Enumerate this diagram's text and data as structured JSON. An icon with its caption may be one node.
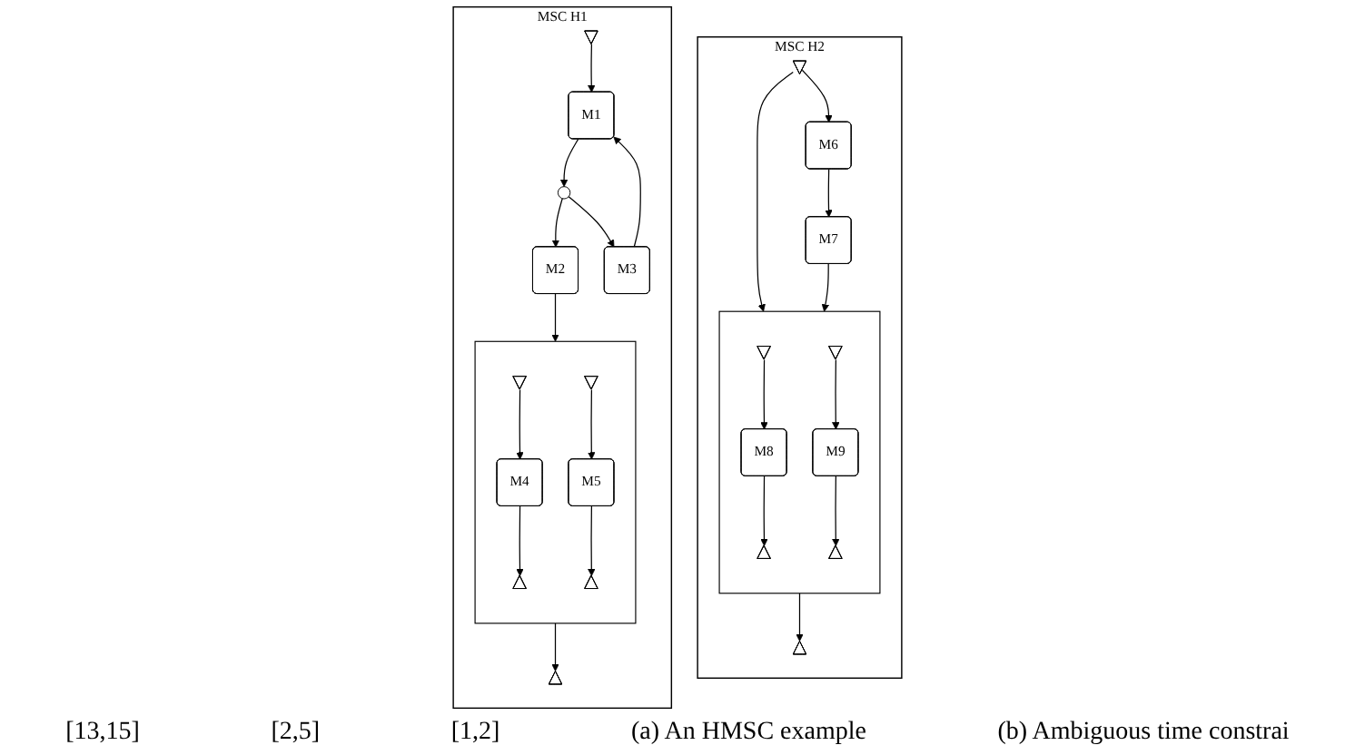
{
  "diagram": {
    "nodes": [
      {
        "text": [
          "MSC H1"
        ]
      },
      {
        "text": [],
        "shape": "triangle",
        "in": 0
      },
      {
        "text": [
          "M1"
        ],
        "in": 0
      },
      {
        "text": [],
        "shape": "circle",
        "in": 0
      },
      {
        "text": [
          "M2"
        ],
        "in": 0
      },
      {
        "text": [
          "M3"
        ],
        "in": 0
      },
      {
        "text": [],
        "shape": "box",
        "in": 0
      },
      {
        "text": [],
        "shape": "triangle",
        "in": 6
      },
      {
        "text": [],
        "shape": "triangle",
        "in": 6
      },
      {
        "text": [
          "M4"
        ],
        "in": 6
      },
      {
        "text": [
          "M5"
        ],
        "in": 6
      },
      {
        "text": [],
        "shape": "triangle",
        "in": 6
      },
      {
        "text": [],
        "shape": "triangle",
        "in": 6
      },
      {
        "text": [],
        "shape": "triangle",
        "in": 0
      },
      {
        "text": [
          "MSC H2"
        ]
      },
      {
        "text": [],
        "shape": "triangle",
        "in": 14
      },
      {
        "text": [
          "M6"
        ],
        "in": 14
      },
      {
        "text": [
          "M7"
        ],
        "in": 14
      },
      {
        "text": [],
        "shape": "box",
        "in": 14
      },
      {
        "text": [],
        "shape": "triangle",
        "in": 18
      },
      {
        "text": [],
        "shape": "triangle",
        "in": 18
      },
      {
        "text": [
          "M8"
        ],
        "in": 18
      },
      {
        "text": [
          "M9"
        ],
        "in": 18
      },
      {
        "text": [],
        "shape": "triangle",
        "in": 18
      },
      {
        "text": [],
        "shape": "triangle",
        "in": 18
      },
      {
        "text": [],
        "shape": "triangle",
        "in": 14
      }
    ],
    "edges": [
      {
        "from": 1,
        "to": 2,
        "arrow": "to"
      },
      {
        "from": 2,
        "to": 3,
        "arrow": "to"
      },
      {
        "from": 3,
        "to": 4,
        "arrow": "to"
      },
      {
        "from": 3,
        "to": 5,
        "arrow": "to"
      },
      {
        "from": 5,
        "to": 2,
        "arrow": "to"
      },
      {
        "from": 4,
        "to": 6,
        "arrow": "to"
      },
      {
        "from": 7,
        "to": 9,
        "arrow": "to"
      },
      {
        "from": 8,
        "to": 10,
        "arrow": "to"
      },
      {
        "from": 9,
        "to": 11,
        "arrow": "to"
      },
      {
        "from": 10,
        "to": 12,
        "arrow": "to"
      },
      {
        "from": 6,
        "to": 13,
        "arrow": "to"
      },
      {
        "from": 15,
        "to": 16,
        "arrow": "to"
      },
      {
        "from": 16,
        "to": 17,
        "arrow": "to"
      },
      {
        "from": 15,
        "to": 18,
        "arrow": "to"
      },
      {
        "from": 17,
        "to": 18,
        "arrow": "to"
      },
      {
        "from": 19,
        "to": 21,
        "arrow": "to"
      },
      {
        "from": 20,
        "to": 22,
        "arrow": "to"
      },
      {
        "from": 21,
        "to": 23,
        "arrow": "to"
      },
      {
        "from": 22,
        "to": 24,
        "arrow": "to"
      },
      {
        "from": 18,
        "to": 25,
        "arrow": "to"
      }
    ],
    "labels": [
      "[13,15]",
      "[2,5]",
      "[1,2]",
      "(a) An HMSC example",
      "(b) Ambiguous time constrai"
    ]
  }
}
